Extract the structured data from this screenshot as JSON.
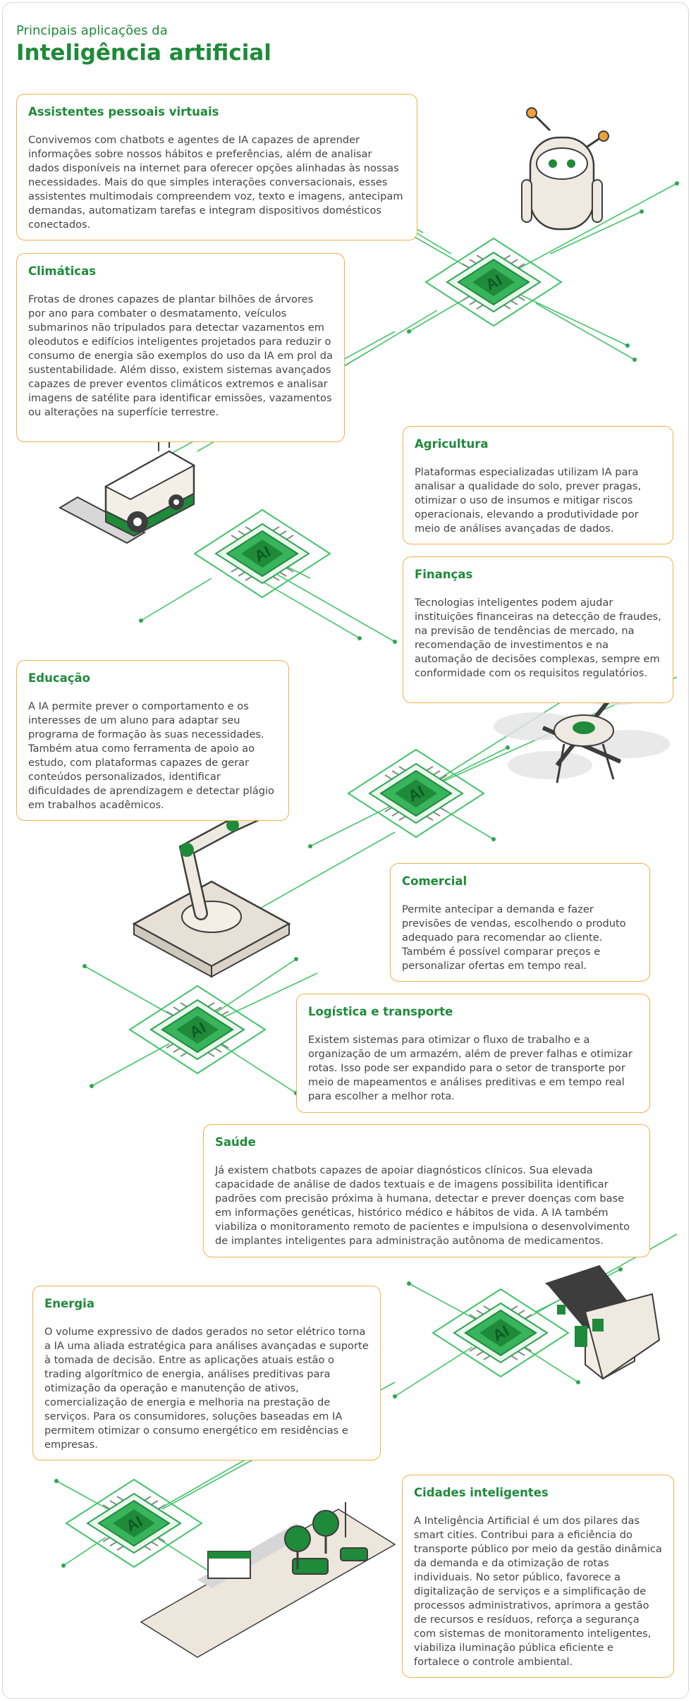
{
  "header": {
    "subtitle": "Principais aplicações da",
    "title": "Inteligência artificial"
  },
  "chip_label": "AI",
  "colors": {
    "accent_green": "#1e8a3a",
    "card_border": "#f0b24a",
    "circuit_green": "#43c36a"
  },
  "cards": {
    "assistentes": {
      "title": "Assistentes pessoais virtuais",
      "text": "Convivemos com chatbots e agentes de IA capazes de aprender informações sobre nossos hábitos e preferências, além de analisar dados disponíveis na internet para oferecer opções alinhadas às nossas necessidades. Mais do que simples interações conversacionais, esses assistentes multimodais compreendem voz, texto e imagens, antecipam demandas, automatizam tarefas e integram dispositivos domésticos conectados."
    },
    "climaticas": {
      "title": "Climáticas",
      "text": "Frotas de drones capazes de plantar bilhões de árvores por ano para combater o desmatamento, veículos submarinos não tripulados para detectar vazamentos em oleodutos e edifícios inteligentes projetados para reduzir o consumo de energia são exemplos do uso da IA em prol da sustentabilidade. Além disso, existem sistemas avançados capazes de prever eventos climáticos extremos e analisar imagens de satélite para identificar emissões, vazamentos ou alterações na superfície terrestre."
    },
    "agricultura": {
      "title": "Agricultura",
      "text": "Plataformas especializadas utilizam IA para analisar a qualidade do solo, prever pragas, otimizar o uso de insumos e mitigar riscos operacionais, elevando a produtividade por meio de análises avançadas de dados."
    },
    "financas": {
      "title": "Finanças",
      "text": "Tecnologias inteligentes podem ajudar instituições financeiras na detecção de fraudes, na previsão de tendências de mercado, na recomendação de investimentos e na automação de decisões complexas, sempre em conformidade com os requisitos regulatórios."
    },
    "educacao": {
      "title": "Educação",
      "text": "A IA permite prever o comportamento e os interesses de um aluno para adaptar seu programa de formação às suas necessidades. Também atua como ferramenta de apoio ao estudo, com plataformas capazes de gerar conteúdos personalizados, identificar dificuldades de aprendizagem e detectar plágio em trabalhos acadêmicos."
    },
    "comercial": {
      "title": "Comercial",
      "text": "Permite antecipar a demanda e fazer previsões de vendas, escolhendo o produto adequado para recomendar ao cliente. Também é possível comparar preços e personalizar ofertas em tempo real."
    },
    "logistica": {
      "title": "Logística e transporte",
      "text": "Existem sistemas para otimizar o fluxo de trabalho e a organização de um armazém, além de prever falhas e otimizar rotas. Isso pode ser expandido para o setor de transporte por meio de mapeamentos e análises preditivas e em tempo real para escolher a melhor rota."
    },
    "saude": {
      "title": "Saúde",
      "text": "Já existem chatbots capazes de apoiar diagnósticos clínicos. Sua elevada capacidade de análise de dados textuais e de imagens possibilita identificar padrões com precisão próxima à humana, detectar e prever doenças com base em informações genéticas, histórico médico e hábitos de vida. A IA também viabiliza o monitoramento remoto de pacientes e impulsiona o desenvolvimento de implantes inteligentes para administração autônoma de medicamentos."
    },
    "energia": {
      "title": "Energia",
      "text": "O volume expressivo de dados gerados no setor elétrico torna a IA uma aliada estratégica para análises avançadas e suporte à tomada de decisão. Entre as aplicações atuais estão o trading algorítmico de energia, análises preditivas para otimização da operação e manutenção de ativos, comercialização de energia e melhoria na prestação de serviços. Para os consumidores, soluções baseadas em IA permitem otimizar o consumo energético em residências e empresas."
    },
    "cidades": {
      "title": "Cidades inteligentes",
      "text": "A Inteligência Artificial é um dos pilares das smart cities. Contribui para a eficiência do transporte público por meio da gestão dinâmica da demanda e da otimização de rotas individuais. No setor público, favorece a digitalização de serviços e a simplificação de processos administrativos, aprimora a gestão de recursos e resíduos, reforça a segurança com sistemas de monitoramento inteligentes, viabiliza iluminação pública eficiente e fortalece o controle ambiental."
    }
  }
}
